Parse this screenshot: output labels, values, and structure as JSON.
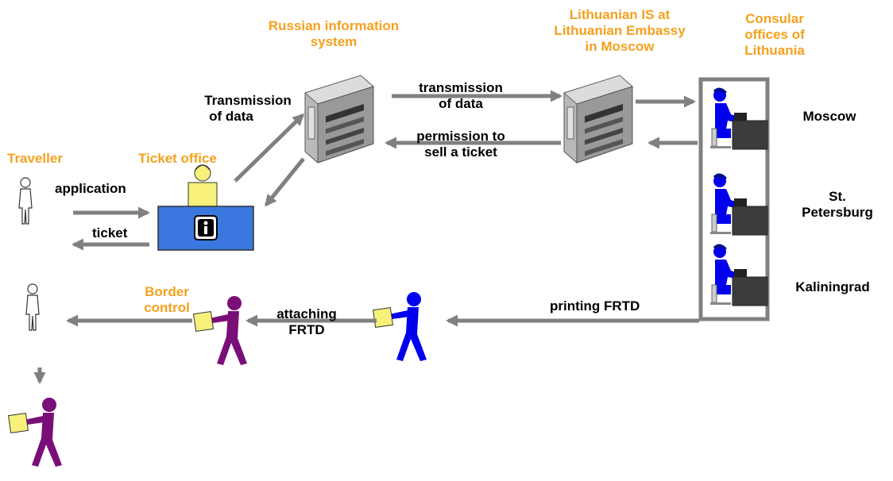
{
  "headings": {
    "russian_is": [
      "Russian information",
      "system"
    ],
    "lithuanian_is": [
      "Lithuanian IS at",
      "Lithuanian Embassy",
      "in Moscow"
    ],
    "consular": [
      "Consular",
      "offices of",
      "Lithuania"
    ],
    "traveller": "Traveller",
    "ticket_office": "Ticket office",
    "border_control": [
      "Border",
      "control"
    ]
  },
  "labels": {
    "application": "application",
    "ticket": "ticket",
    "transmission_left": [
      "Transmission",
      "of data"
    ],
    "transmission_right": [
      "transmission",
      "of data"
    ],
    "permission": [
      "permission to",
      "sell a ticket"
    ],
    "printing": "printing FRTD",
    "attaching": [
      "attaching",
      "FRTD"
    ]
  },
  "offices": [
    "Moscow",
    "St.",
    "Petersburg",
    "Kaliningrad"
  ],
  "colors": {
    "heading": "#f5a01e",
    "arrow": "#808080",
    "desk": "#3a78e0",
    "clerk": "#0000ee",
    "courier": "#7a0e78",
    "document": "#f7f07a"
  }
}
